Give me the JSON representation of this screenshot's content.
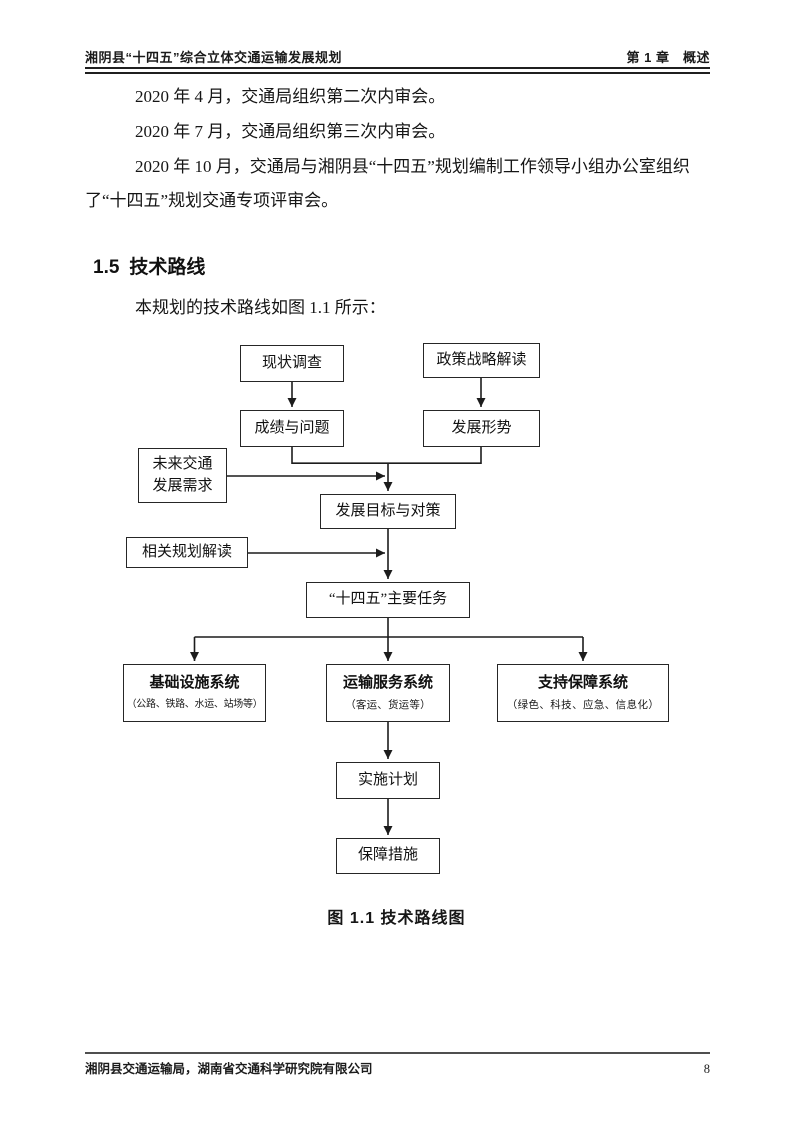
{
  "header": {
    "title_left": "湘阴县“十四五”综合立体交通运输发展规划",
    "chapter_right": "第 1 章　概述"
  },
  "body": {
    "paragraphs": [
      "2020 年 4 月，交通局组织第二次内审会。",
      "2020 年 7 月，交通局组织第三次内审会。",
      "2020 年 10 月，交通局与湘阴县“十四五”规划编制工作领导小组办公室组织了“十四五”规划交通专项评审会。"
    ],
    "section": {
      "number": "1.5",
      "title": "技术路线"
    },
    "intro": "本规划的技术路线如图 1.1 所示："
  },
  "figure": {
    "caption": "图 1.1  技术路线图"
  },
  "footer": {
    "organization": "湘阴县交通运输局，湖南省交通科学研究院有限公司",
    "page_number": "8"
  },
  "chart_data": {
    "type": "flowchart",
    "title": "图 1.1 技术路线图",
    "nodes": [
      {
        "id": "status-survey",
        "label": "现状调查"
      },
      {
        "id": "policy-interpretation",
        "label": "政策战略解读"
      },
      {
        "id": "achievements-problems",
        "label": "成绩与问题"
      },
      {
        "id": "development-situation",
        "label": "发展形势"
      },
      {
        "id": "future-traffic-demand",
        "label": "未来交通发展需求",
        "lines": [
          "未来交通",
          "发展需求"
        ]
      },
      {
        "id": "goals-countermeasures",
        "label": "发展目标与对策"
      },
      {
        "id": "related-planning",
        "label": "相关规划解读"
      },
      {
        "id": "main-tasks",
        "label": "“十四五”主要任务"
      },
      {
        "id": "infrastructure-system",
        "label": "基础设施系统",
        "sublabel": "（公路、铁路、水运、站场等）"
      },
      {
        "id": "transport-service-system",
        "label": "运输服务系统",
        "sublabel": "（客运、货运等）"
      },
      {
        "id": "support-guarantee-system",
        "label": "支持保障系统",
        "sublabel": "（绿色、科技、应急、信息化）"
      },
      {
        "id": "implementation-plan",
        "label": "实施计划"
      },
      {
        "id": "safeguard-measures",
        "label": "保障措施"
      }
    ],
    "edges": [
      {
        "from": "现状调查",
        "to": "成绩与问题"
      },
      {
        "from": "政策战略解读",
        "to": "发展形势"
      },
      {
        "from": "成绩与问题",
        "to": "发展目标与对策"
      },
      {
        "from": "发展形势",
        "to": "发展目标与对策"
      },
      {
        "from": "未来交通发展需求",
        "to": "发展目标与对策"
      },
      {
        "from": "发展目标与对策",
        "to": "“十四五”主要任务"
      },
      {
        "from": "相关规划解读",
        "to": "“十四五”主要任务"
      },
      {
        "from": "“十四五”主要任务",
        "to": "基础设施系统"
      },
      {
        "from": "“十四五”主要任务",
        "to": "运输服务系统"
      },
      {
        "from": "“十四五”主要任务",
        "to": "支持保障系统"
      },
      {
        "from": "运输服务系统",
        "to": "实施计划"
      },
      {
        "from": "实施计划",
        "to": "保障措施"
      }
    ]
  }
}
